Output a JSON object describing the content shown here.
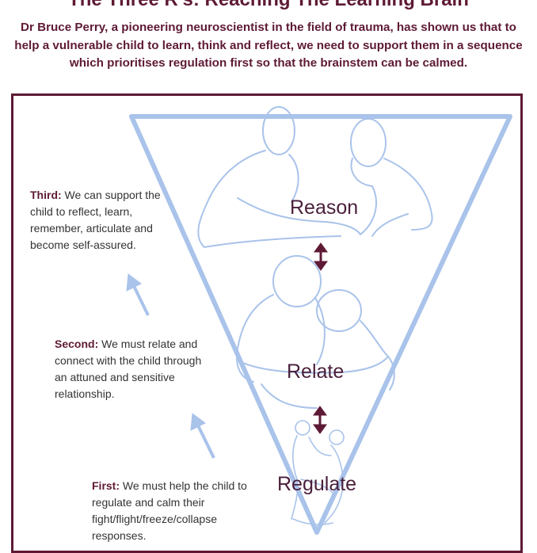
{
  "header": {
    "title": "The Three R's: Reaching The Learning Brain",
    "intro": "Dr Bruce Perry, a pioneering neuroscientist in the field of trauma, has shown us that to help a vulnerable child to learn, think and reflect, we need to support them in a sequence which prioritises regulation first so that the brainstem can be calmed."
  },
  "stages": {
    "reason": "Reason",
    "relate": "Relate",
    "regulate": "Regulate"
  },
  "notes": {
    "third": {
      "label": "Third:",
      "text": " We can support the child to reflect, learn, remember, articulate and become self-assured."
    },
    "second": {
      "label": "Second:",
      "text": " We must relate and connect with the child through an attuned and sensitive relationship."
    },
    "first": {
      "label": "First:",
      "text": " We must help the child to regulate and calm their fight/flight/freeze/collapse responses."
    }
  },
  "colors": {
    "accent": "#5e1a35",
    "triangle": "#a9c3ea",
    "figure_line": "#a9c3ea",
    "arrow": "#a9c3ea"
  },
  "icons": [
    "double-arrow-icon",
    "up-arrow-icon",
    "figure-illustration"
  ]
}
